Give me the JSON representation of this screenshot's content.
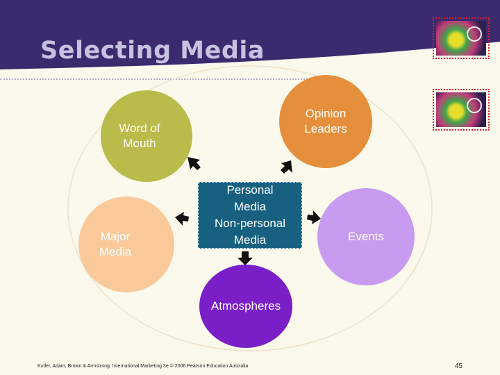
{
  "title": "Selecting Media",
  "nodes": {
    "word_of_mouth": "Word of\nMouth",
    "opinion_leaders": "Opinion\nLeaders",
    "major_media": "Major\nMedia",
    "events": "Events",
    "atmospheres": "Atmospheres",
    "center": "Personal\nMedia\nNon-personal\nMedia"
  },
  "footer": {
    "citation": "Kotler, Adam, Brown & Armstrong: International Marketing 3e © 2006 Pearson Education Australia",
    "page_number": "45"
  },
  "colors": {
    "header": "#3b2a6e",
    "background": "#fbf8ec",
    "word_of_mouth": "#b9bb4a",
    "opinion_leaders": "#e58f3c",
    "major_media": "#f9c99a",
    "events": "#c79bef",
    "atmospheres": "#7a1fc7",
    "center_box": "#17607f"
  }
}
